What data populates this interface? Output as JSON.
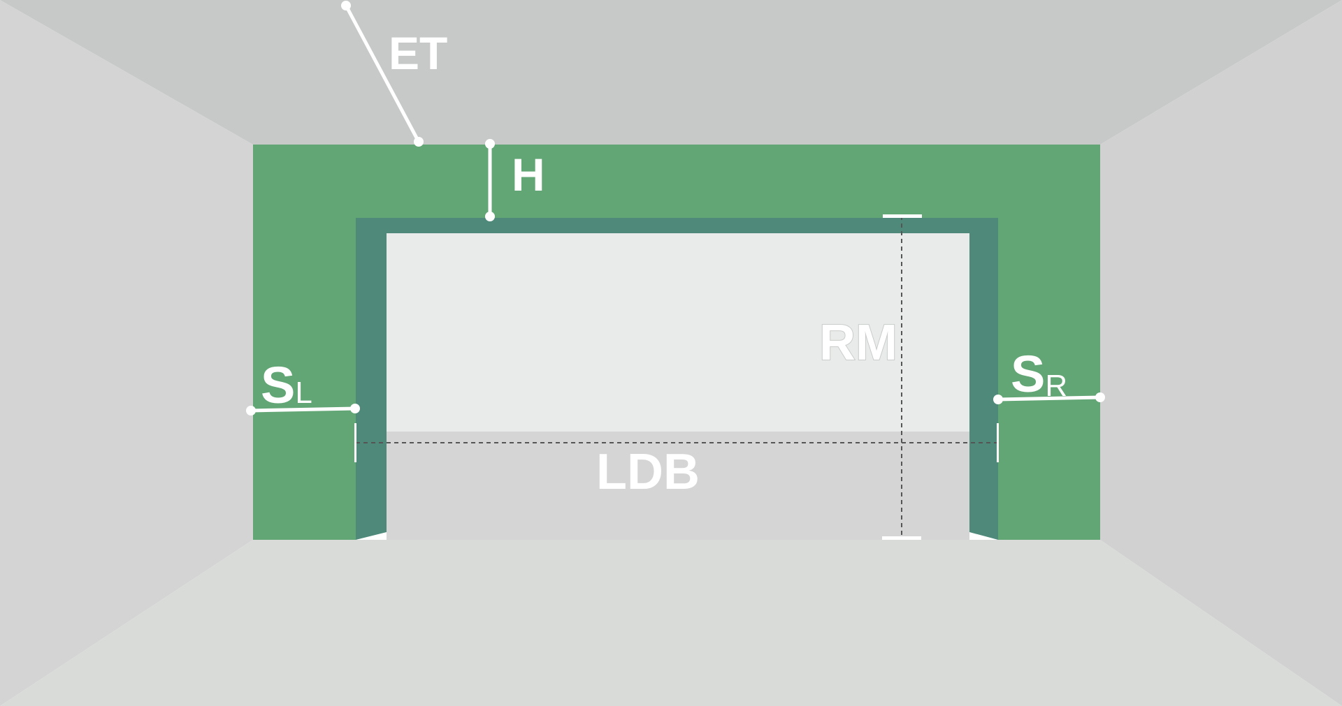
{
  "labels": {
    "et": "ET",
    "h": "H",
    "rm": "RM",
    "ldb": "LDB",
    "sl_main": "S",
    "sl_sub": "L",
    "sr_main": "S",
    "sr_sub": "R"
  },
  "colors": {
    "frame_green": "#63a676",
    "frame_teal": "#4e897a",
    "ceiling": "#c6c9c7",
    "left_wall": "#d3d4d3",
    "right_wall": "#d0d1d0",
    "floor": "#d9dbd9",
    "opening_upper": "#e8ebe9",
    "opening_lower": "#d4d5d4",
    "white": "#ffffff",
    "dashed_line": "#555555"
  }
}
